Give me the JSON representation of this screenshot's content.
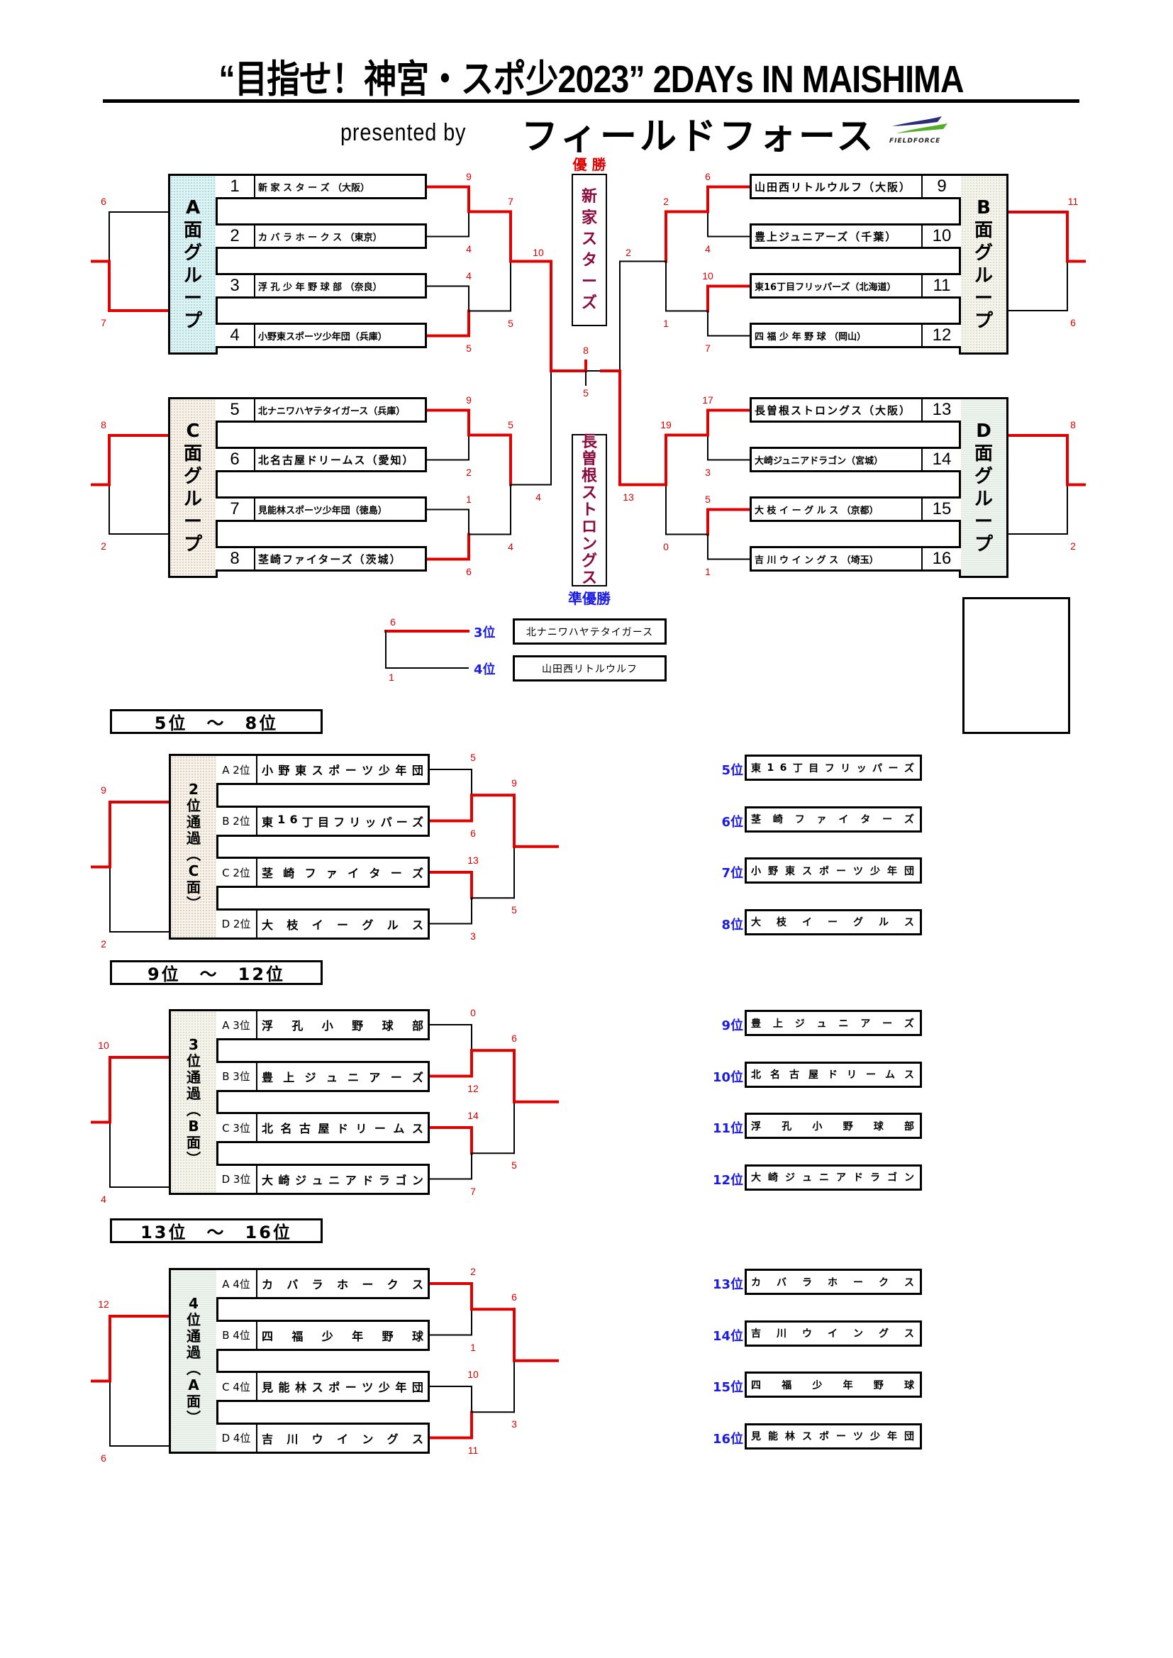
{
  "header": {
    "title": "“目指せ！神宮・スポ少2023” 2DAYs IN MAISHIMA",
    "presented_by": "presented  by",
    "sponsor": "フィールドフォース",
    "logo_text": "FIELDFORCE"
  },
  "colors": {
    "winner_line": "#e00000",
    "loser_line": "#000000",
    "score": "#e00000",
    "rank_label": "#1a1ae6",
    "champion_label": "#e00000",
    "runner_up_label": "#1a1ae6",
    "finalist_text": "#8b0a3e"
  },
  "main_bracket": {
    "groups": [
      {
        "id": "A",
        "label": "A面グループ",
        "side": "left",
        "teams": [
          {
            "seed": "1",
            "name": "新 家 ス タ ー ズ （大阪）"
          },
          {
            "seed": "2",
            "name": "カ バ ラ ホ ー ク ス （東京）"
          },
          {
            "seed": "3",
            "name": "浮 孔 少 年 野 球 部 （奈良）"
          },
          {
            "seed": "4",
            "name": "小野東スポーツ少年団（兵庫）"
          }
        ],
        "round1": [
          {
            "scores": [
              9,
              4
            ],
            "winner": 0
          },
          {
            "scores": [
              4,
              5
            ],
            "winner": 1
          }
        ],
        "round2": {
          "scores": [
            7,
            5
          ],
          "winner": 0
        },
        "side_match": {
          "scores": [
            6,
            7
          ],
          "winner": 1
        }
      },
      {
        "id": "B",
        "label": "B面グループ",
        "side": "right",
        "teams": [
          {
            "seed": "9",
            "name": "山田西リトルウルフ（大阪）"
          },
          {
            "seed": "10",
            "name": "豊上ジュニアーズ（千葉）"
          },
          {
            "seed": "11",
            "name": "東16丁目フリッパーズ（北海道）"
          },
          {
            "seed": "12",
            "name": "四 福 少 年 野 球 （岡山）"
          }
        ],
        "round1": [
          {
            "scores": [
              6,
              4
            ],
            "winner": 0
          },
          {
            "scores": [
              10,
              7
            ],
            "winner": 0
          }
        ],
        "round2": {
          "scores": [
            2,
            1
          ],
          "winner": 0
        },
        "side_match": {
          "scores": [
            11,
            6
          ],
          "winner": 0
        }
      },
      {
        "id": "C",
        "label": "C面グループ",
        "side": "left",
        "teams": [
          {
            "seed": "5",
            "name": "北ナニワハヤテタイガース（兵庫）"
          },
          {
            "seed": "6",
            "name": "北名古屋ドリームス（愛知）"
          },
          {
            "seed": "7",
            "name": "見能林スポーツ少年団（徳島）"
          },
          {
            "seed": "8",
            "name": "茎崎ファイターズ（茨城）"
          }
        ],
        "round1": [
          {
            "scores": [
              9,
              2
            ],
            "winner": 0
          },
          {
            "scores": [
              1,
              6
            ],
            "winner": 1
          }
        ],
        "round2": {
          "scores": [
            5,
            4
          ],
          "winner": 0
        },
        "side_match": {
          "scores": [
            8,
            2
          ],
          "winner": 0
        }
      },
      {
        "id": "D",
        "label": "D面グループ",
        "side": "right",
        "teams": [
          {
            "seed": "13",
            "name": "長曽根ストロングス（大阪）"
          },
          {
            "seed": "14",
            "name": "大崎ジュニアドラゴン（宮城）"
          },
          {
            "seed": "15",
            "name": "大 枝 イ ー グ ル ス （京都）"
          },
          {
            "seed": "16",
            "name": "吉 川 ウ イ ン グ ス （埼玉）"
          }
        ],
        "round1": [
          {
            "scores": [
              17,
              3
            ],
            "winner": 0
          },
          {
            "scores": [
              5,
              1
            ],
            "winner": 0
          }
        ],
        "round2": {
          "scores": [
            19,
            0
          ],
          "winner": 0
        },
        "side_match": {
          "scores": [
            8,
            2
          ],
          "winner": 0
        }
      }
    ],
    "semifinals": [
      {
        "left_score": 10,
        "bottom_score": 4,
        "winner": "top"
      },
      {
        "right_top_score": 2,
        "right_bottom_score": 13,
        "winner": "bottom"
      }
    ],
    "final": {
      "score_top": 8,
      "score_bottom": 5
    },
    "champion": {
      "label": "優 勝",
      "team": "新家スターズ"
    },
    "runner_up": {
      "label": "準優勝",
      "team": "長曽根ストロングス"
    }
  },
  "third_place": {
    "scores": [
      6,
      1
    ],
    "results": [
      {
        "label": "3位",
        "team": "北ナニワハヤテタイガース"
      },
      {
        "label": "4位",
        "team": "山田西リトルウルフ"
      }
    ]
  },
  "consolation": [
    {
      "heading": "5位　～　8位",
      "group_label": [
        "2",
        "位",
        "通",
        "過",
        "︵",
        "C",
        "面",
        "︶"
      ],
      "style": "C",
      "teams": [
        {
          "seed": "A 2位",
          "name": "小野東スポーツ少年団"
        },
        {
          "seed": "B 2位",
          "name": "東16丁目フリッパーズ"
        },
        {
          "seed": "C 2位",
          "name": "茎崎ファイターズ"
        },
        {
          "seed": "D 2位",
          "name": "大枝イーグルス"
        }
      ],
      "round1": [
        {
          "scores": [
            5,
            6
          ],
          "winner": 1
        },
        {
          "scores": [
            13,
            3
          ],
          "winner": 0
        }
      ],
      "round2": {
        "scores": [
          9,
          5
        ],
        "winner": 0
      },
      "side_match": {
        "scores": [
          9,
          2
        ],
        "winner": 0
      },
      "results": [
        {
          "label": "5位",
          "team": "東16丁目フリッパーズ"
        },
        {
          "label": "6位",
          "team": "茎崎ファイターズ"
        },
        {
          "label": "7位",
          "team": "小野東スポーツ少年団"
        },
        {
          "label": "8位",
          "team": "大枝イーグルス"
        }
      ]
    },
    {
      "heading": "9位　～　12位",
      "group_label": [
        "3",
        "位",
        "通",
        "過",
        "︵",
        "B",
        "面",
        "︶"
      ],
      "style": "B",
      "teams": [
        {
          "seed": "A 3位",
          "name": "浮孔小野球部"
        },
        {
          "seed": "B 3位",
          "name": "豊上ジュニアーズ"
        },
        {
          "seed": "C 3位",
          "name": "北名古屋ドリームス"
        },
        {
          "seed": "D 3位",
          "name": "大崎ジュニアドラゴン"
        }
      ],
      "round1": [
        {
          "scores": [
            0,
            12
          ],
          "winner": 1
        },
        {
          "scores": [
            14,
            7
          ],
          "winner": 0
        }
      ],
      "round2": {
        "scores": [
          6,
          5
        ],
        "winner": 0
      },
      "side_match": {
        "scores": [
          10,
          4
        ],
        "winner": 0
      },
      "results": [
        {
          "label": "9位",
          "team": "豊上ジュニアーズ"
        },
        {
          "label": "10位",
          "team": "北名古屋ドリームス"
        },
        {
          "label": "11位",
          "team": "浮孔小野球部"
        },
        {
          "label": "12位",
          "team": "大崎ジュニアドラゴン"
        }
      ]
    },
    {
      "heading": "13位　～　16位",
      "group_label": [
        "4",
        "位",
        "通",
        "過",
        "︵",
        "A",
        "面",
        "︶"
      ],
      "style": "D",
      "teams": [
        {
          "seed": "A 4位",
          "name": "カバラホークス"
        },
        {
          "seed": "B 4位",
          "name": "四福少年野球"
        },
        {
          "seed": "C 4位",
          "name": "見能林スポーツ少年団"
        },
        {
          "seed": "D 4位",
          "name": "吉川ウイングス"
        }
      ],
      "round1": [
        {
          "scores": [
            2,
            1
          ],
          "winner": 0
        },
        {
          "scores": [
            10,
            11
          ],
          "winner": 1
        }
      ],
      "round2": {
        "scores": [
          6,
          3
        ],
        "winner": 0
      },
      "side_match": {
        "scores": [
          12,
          6
        ],
        "winner": 0
      },
      "results": [
        {
          "label": "13位",
          "team": "カバラホークス"
        },
        {
          "label": "14位",
          "team": "吉川ウイングス"
        },
        {
          "label": "15位",
          "team": "四福少年野球"
        },
        {
          "label": "16位",
          "team": "見能林スポーツ少年団"
        }
      ]
    }
  ]
}
